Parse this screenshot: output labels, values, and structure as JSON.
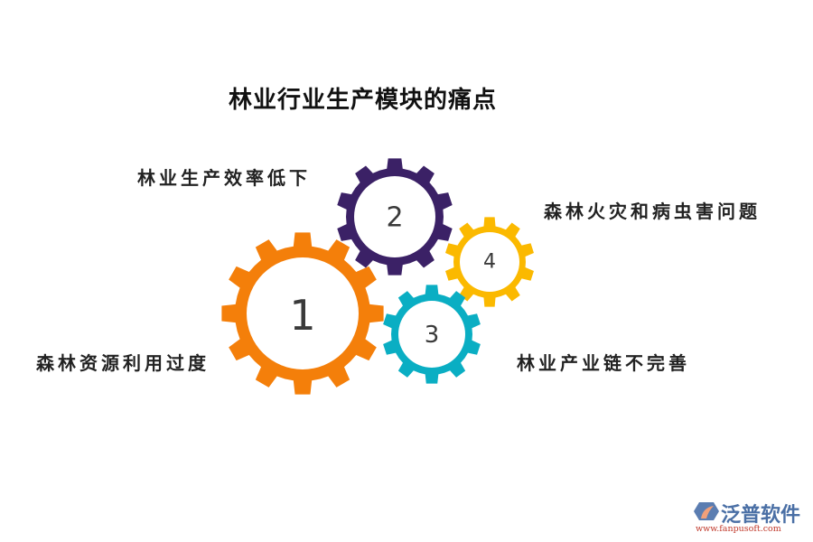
{
  "title": "林业行业生产模块的痛点",
  "gears": [
    {
      "number": "1",
      "label": "森林资源利用过度",
      "color": "#f47f0a"
    },
    {
      "number": "2",
      "label": "林业生产效率低下",
      "color": "#3b2166"
    },
    {
      "number": "3",
      "label": "林业产业链不完善",
      "color": "#0aaec3"
    },
    {
      "number": "4",
      "label": "森林火灾和病虫害问题",
      "color": "#fbb900"
    }
  ],
  "logo": {
    "name": "泛普软件",
    "url": "www.fanpusoft.com"
  }
}
